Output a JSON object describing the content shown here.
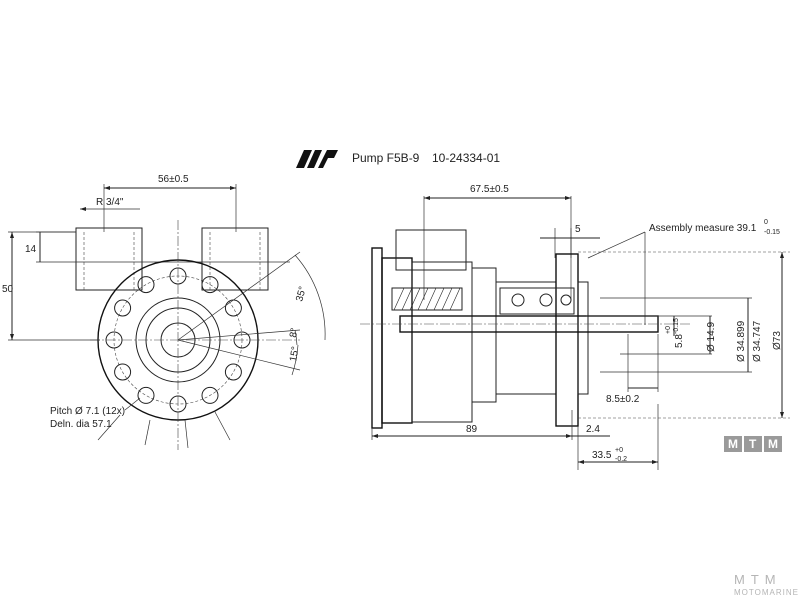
{
  "title": {
    "pump": "Pump F5B-9",
    "part_no": "10-24334-01"
  },
  "front_view": {
    "dim_56": "56±0.5",
    "thread": "R 3/4\"",
    "dim_14": "14",
    "dim_50": "50",
    "angle_35": "35°",
    "angle_8": "8°",
    "angle_15": "15°",
    "pitch": "Pitch Ø 7.1 (12x)",
    "deln": "Deln. dia 57.1"
  },
  "side_view": {
    "dim_67": "67.5±0.5",
    "dim_5": "5",
    "assembly_label": "Assembly measure 39.1",
    "assembly_tol_upper": "0",
    "assembly_tol_lower": "-0.15",
    "dim_5_8": "5.8",
    "dim_5_8_tol_upper": "+0",
    "dim_5_8_tol_lower": "-0.15",
    "dim_14_9": "Ø 14.9",
    "dim_34_899": "Ø 34.899",
    "dim_34_747": "Ø 34.747",
    "dim_73": "Ø73",
    "dim_8_5": "8.5±0.2",
    "dim_89": "89",
    "dim_2_4": "2.4",
    "dim_33_5": "33.5",
    "dim_33_5_tol_upper": "+0",
    "dim_33_5_tol_lower": "-0.2"
  },
  "logo": {
    "box_letters": [
      "M",
      "T",
      "M"
    ],
    "watermark_letters": "MTM",
    "watermark_sub": "MOTOMARINE"
  }
}
